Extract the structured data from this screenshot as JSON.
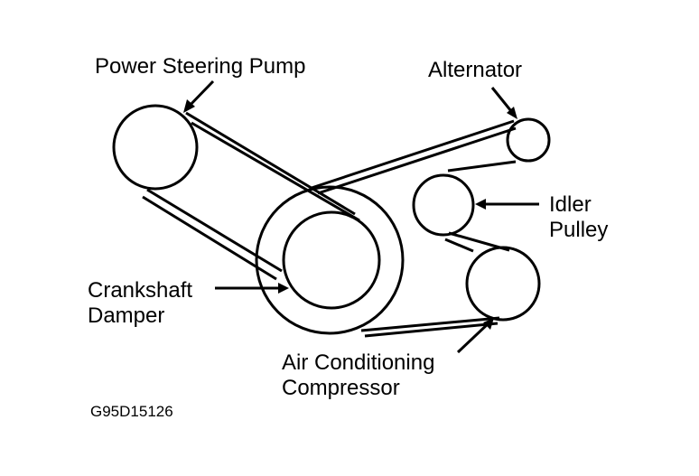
{
  "labels": {
    "power_steering_pump": "Power Steering Pump",
    "alternator": "Alternator",
    "idler_line1": "Idler",
    "idler_line2": "Pulley",
    "crankshaft_line1": "Crankshaft",
    "crankshaft_line2": "Damper",
    "ac_line1": "Air Conditioning",
    "ac_line2": "Compressor",
    "figure_code": "G95D15126"
  },
  "colors": {
    "ink": "#000000",
    "paper": "#ffffff"
  }
}
